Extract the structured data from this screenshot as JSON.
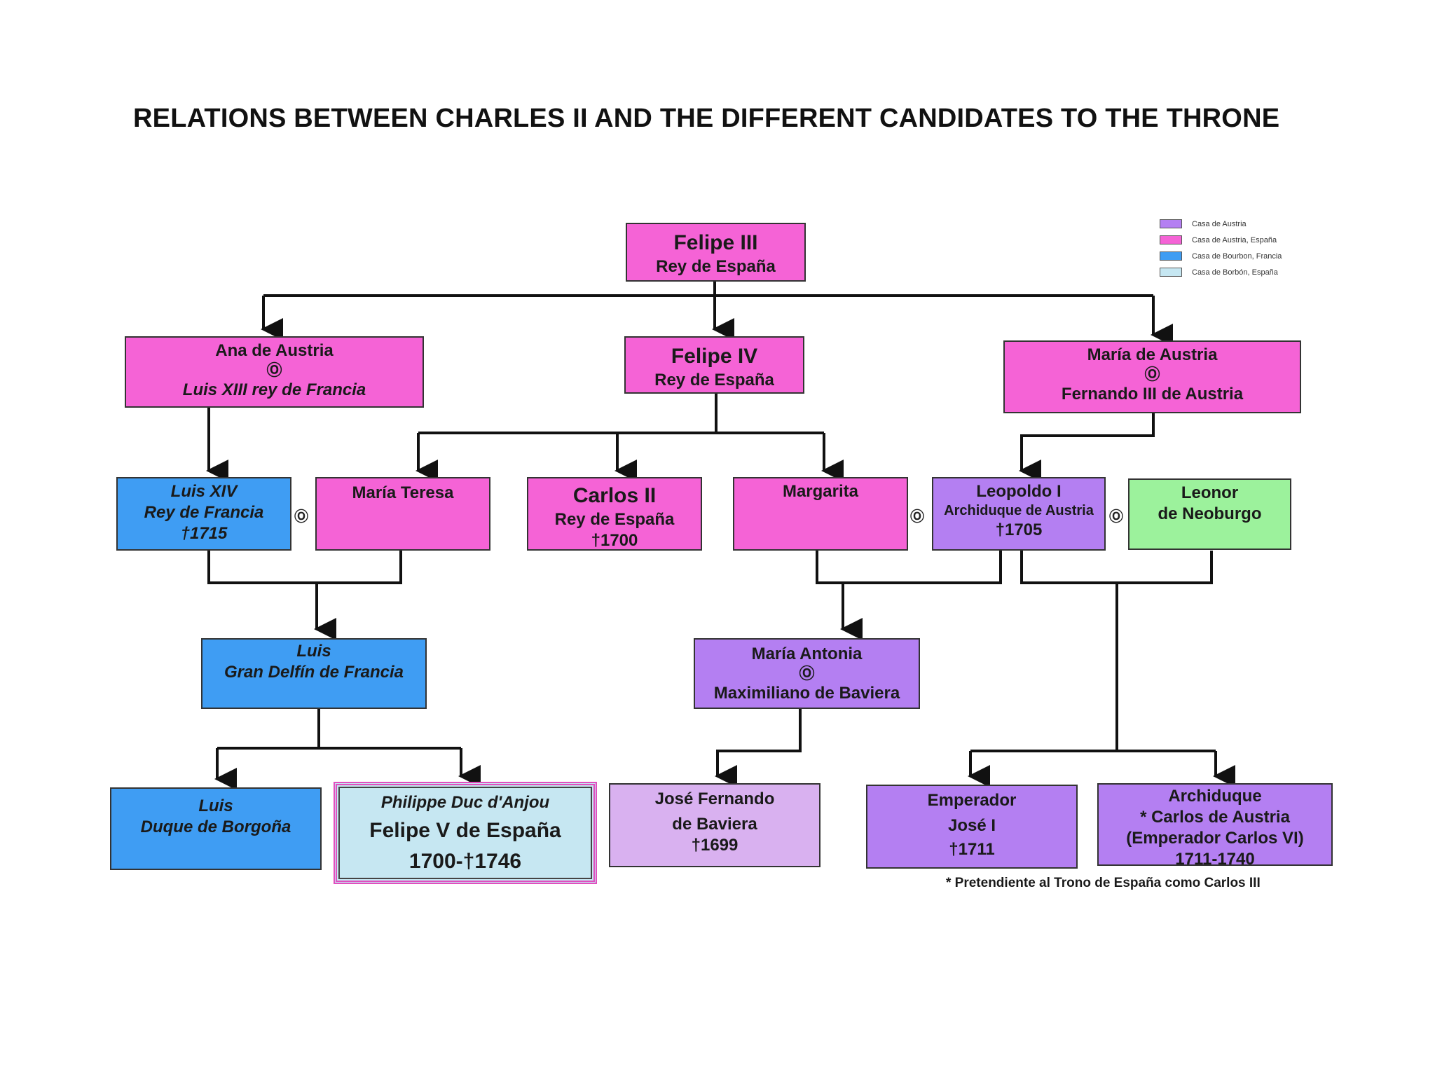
{
  "title": "RELATIONS BETWEEN CHARLES II AND THE DIFFERENT CANDIDATES TO THE THRONE",
  "legend": [
    {
      "label": "Casa de Austria",
      "color": "#b47ff2"
    },
    {
      "label": "Casa de Austria, España",
      "color": "#f563d6"
    },
    {
      "label": "Casa de Bourbon, Francia",
      "color": "#3f9df3"
    },
    {
      "label": "Casa de Borbón, España",
      "color": "#c6e7f2"
    }
  ],
  "marriage_symbol": "Ⓞ",
  "persons": {
    "felipe3": {
      "l1": "Felipe III",
      "l2": "Rey de España"
    },
    "ana": {
      "l1": "Ana de Austria",
      "l2": "Luis XIII rey de Francia"
    },
    "felipe4": {
      "l1": "Felipe IV",
      "l2": "Rey de España"
    },
    "mariaaus": {
      "l1": "María de Austria",
      "l2": "Fernando III de Austria"
    },
    "luis14": {
      "l1": "Luis XIV",
      "l2": "Rey de Francia",
      "l3": "†1715"
    },
    "mariateresa": {
      "l1": "María Teresa"
    },
    "carlos2": {
      "l1": "Carlos II",
      "l2": "Rey de España",
      "l3": "†1700"
    },
    "margarita": {
      "l1": "Margarita"
    },
    "leopoldo": {
      "l1": "Leopoldo I",
      "l2": "Archiduque de Austria",
      "l3": "†1705"
    },
    "leonor": {
      "l1": "Leonor",
      "l2": "de Neoburgo"
    },
    "luisdelfin": {
      "l1": "Luis",
      "l2": "Gran Delfín de Francia"
    },
    "mariaantonia": {
      "l1": "María Antonia",
      "l2": "Maximiliano de Baviera"
    },
    "luisborgona": {
      "l1": "Luis",
      "l2": "Duque de Borgoña"
    },
    "felipe5": {
      "l1": "Philippe Duc d'Anjou",
      "l2": "Felipe V de España",
      "l3": "1700-†1746"
    },
    "josefernando": {
      "l1": "José Fernando",
      "l2": "de Baviera",
      "l3": "†1699"
    },
    "jose1": {
      "l1": "Emperador",
      "l2": "José I",
      "l3": "†1711"
    },
    "carlos6": {
      "l1": "Archiduque",
      "l2": "* Carlos de Austria",
      "l3": "(Emperador Carlos VI)",
      "l4": "1711-1740"
    }
  },
  "footnote": "* Pretendiente al Trono de España como Carlos III"
}
